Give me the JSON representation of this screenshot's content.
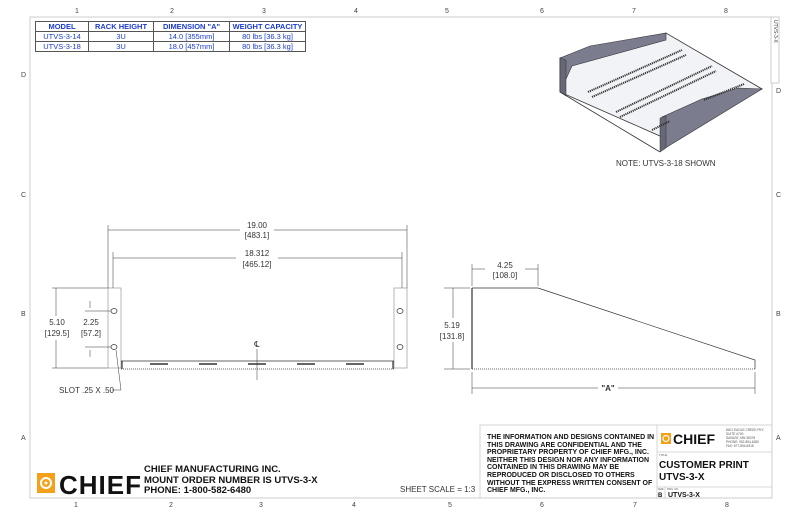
{
  "border": {
    "columns": [
      "1",
      "2",
      "3",
      "4",
      "5",
      "6",
      "7",
      "8"
    ],
    "rows": [
      "D",
      "C",
      "B",
      "A"
    ],
    "corner_tab": "UTVS-3-X"
  },
  "spec_table": {
    "headers": [
      "MODEL",
      "RACK HEIGHT",
      "DIMENSION \"A\"",
      "WEIGHT CAPACITY"
    ],
    "rows": [
      [
        "UTVS-3-14",
        "3U",
        "14.0 [355mm]",
        "80 lbs [36.3 kg]"
      ],
      [
        "UTVS-3-18",
        "3U",
        "18.0 [457mm]",
        "80 lbs [36.3 kg]"
      ]
    ],
    "text_color": "#1a3ccf"
  },
  "iso_view": {
    "note": "NOTE: UTVS-3-18 SHOWN"
  },
  "front_view": {
    "overall_width": "19.00",
    "overall_width_mm": "[483.1]",
    "inner_width": "18.312",
    "inner_width_mm": "[465.12]",
    "height": "5.10",
    "height_mm": "[129.5]",
    "slot_spacing": "2.25",
    "slot_spacing_mm": "[57.2]",
    "centerline": "℄",
    "slot_label": "SLOT .25 X .50"
  },
  "side_view": {
    "top_length": "4.25",
    "top_length_mm": "[108.0]",
    "height": "5.19",
    "height_mm": "[131.8]",
    "depth_label": "\"A\""
  },
  "footer": {
    "logo": "CHIEF",
    "company": "CHIEF MANUFACTURING INC.",
    "order": "MOUNT ORDER NUMBER IS UTVS-3-X",
    "phone": "PHONE: 1-800-582-6480",
    "scale": "SHEET SCALE = 1:3",
    "brand_color": "#f5a01a"
  },
  "title_block": {
    "confidential": "THE INFORMATION AND DESIGNS CONTAINED IN THIS DRAWING ARE CONFIDENTIAL AND THE PROPRIETARY PROPERTY OF CHIEF MFG., INC. NEITHER THIS DESIGN NOR ANY INFORMATION CONTAINED IN THIS DRAWING MAY BE REPRODUCED OR DISCLOSED TO OTHERS WITHOUT THE EXPRESS WRITTEN CONSENT OF CHIEF MFG., INC.",
    "logo": "CHIEF",
    "address": [
      "8401 EAGLE CREEK PKY",
      "SUITE #700",
      "SAVAGE, MN 55378",
      "PHONE: 952-894-6280",
      "FAX: 877-894-6918"
    ],
    "title_label": "TITLE:",
    "title_line1": "CUSTOMER PRINT",
    "title_line2": "UTVS-3-X",
    "size_label": "SIZE",
    "size": "B",
    "dwg_label": "DWG. NO.",
    "dwg_no": "UTVS-3-X"
  }
}
